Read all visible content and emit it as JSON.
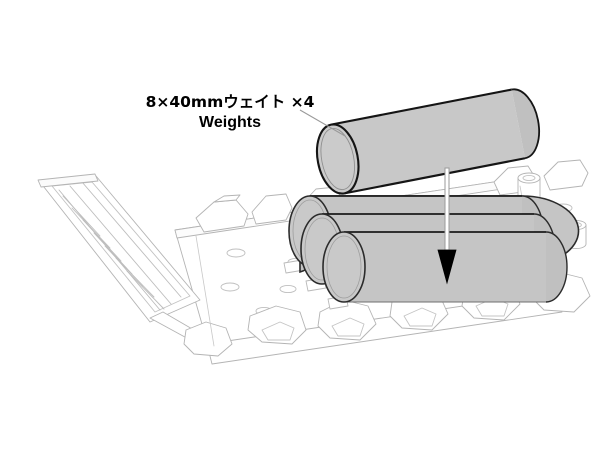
{
  "illustration": {
    "title": "RC chassis weight installation diagram",
    "background_color": "#ffffff"
  },
  "callout": {
    "jp_label": "8×40mmウェイト ×4",
    "en_label": "Weights",
    "leader_line": "leader from label to upper weight rod"
  },
  "parts": {
    "weight_rod_highlight": {
      "name": "8x40mm weight rod (callout sample)",
      "fill": "#c8c8c8",
      "outline": "#1a1a1a"
    },
    "weight_rods_installed": {
      "count": 3,
      "fill": "#c5c5c5",
      "outline": "#2b2b2b"
    },
    "chassis": {
      "name": "chassis line art",
      "line_color": "#b4b4b4",
      "fill": "#ffffff"
    },
    "arrow": {
      "name": "installation direction arrow",
      "direction": "down",
      "stroke": "#9a9a9a",
      "head_fill": "#000000"
    }
  },
  "colors": {
    "rod_gray": "#c8c8c8",
    "rod_gray_dark": "#b9b9b9",
    "line_light": "#b4b4b4",
    "line_dark": "#1a1a1a",
    "text": "#000000"
  }
}
